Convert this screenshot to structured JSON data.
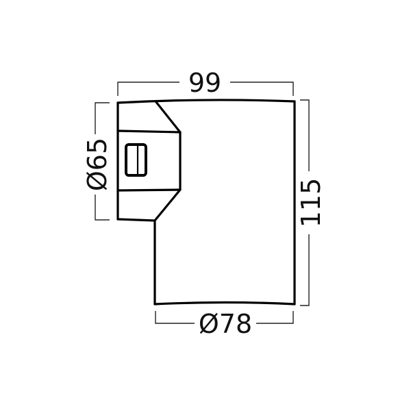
{
  "drawing": {
    "type": "technical-dimension-drawing",
    "subject": "light fixture side profile",
    "line_color": "#000000",
    "background": "#ffffff"
  },
  "dimensions": {
    "width_top": "99",
    "diameter_left": "Ø65",
    "height_right": "115",
    "diameter_bottom": "Ø78"
  }
}
